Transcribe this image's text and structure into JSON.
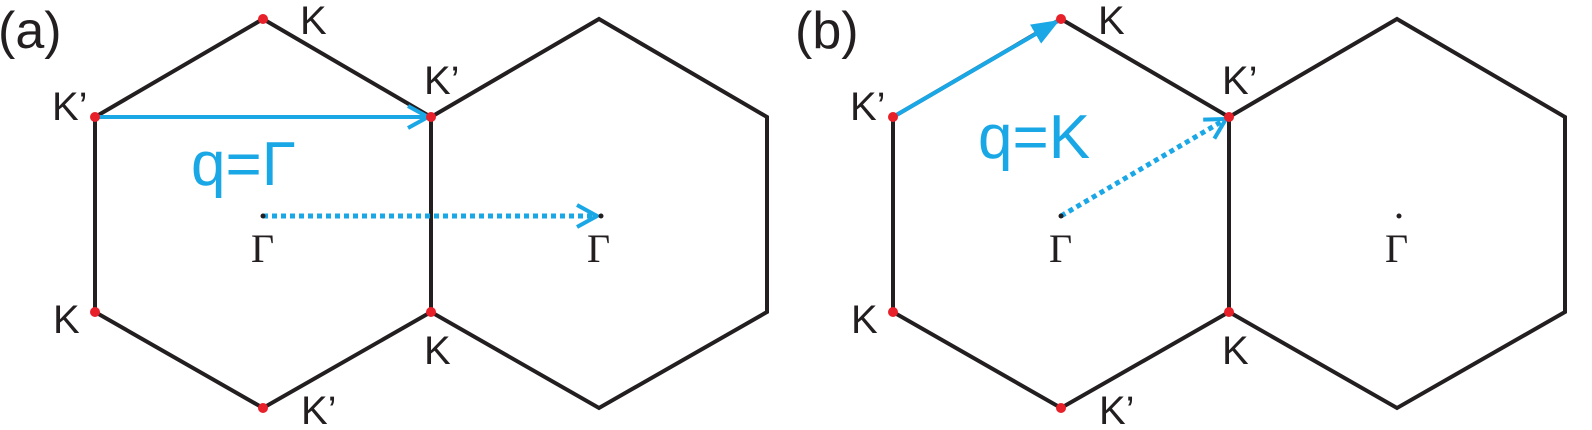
{
  "colors": {
    "edge": "#231f20",
    "vertex": "#e8202a",
    "arrow": "#1aa7e6",
    "text": "#231f20"
  },
  "panel_a": {
    "tag": "(a)",
    "q_label": "q=Γ",
    "labels": {
      "top": "K",
      "upper_left": "K’",
      "shared_upper": "K’",
      "lower_left": "K",
      "shared_lower": "K",
      "bottom": "K’",
      "center_left": "Γ",
      "center_right": "Γ"
    }
  },
  "panel_b": {
    "tag": "(b)",
    "q_label": "q=K",
    "labels": {
      "top": "K",
      "upper_left": "K’",
      "shared_upper": "K’",
      "lower_left": "K",
      "shared_lower": "K",
      "bottom": "K’",
      "center_left": "Γ",
      "center_right": "Γ"
    }
  }
}
